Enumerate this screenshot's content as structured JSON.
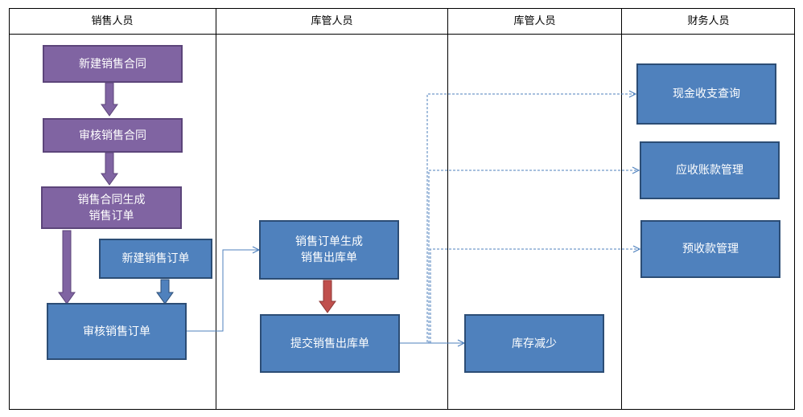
{
  "lanes": {
    "lane1": "销售人员",
    "lane2": "库管人员",
    "lane3": "库管人员",
    "lane4": "财务人员"
  },
  "nodes": {
    "new_contract": "新建销售合同",
    "review_contract": "审核销售合同",
    "contract_to_order": "销售合同生成\n销售订单",
    "new_order": "新建销售订单",
    "review_order": "审核销售订单",
    "order_to_outbound": "销售订单生成\n销售出库单",
    "submit_outbound": "提交销售出库单",
    "inventory_decrease": "库存减少",
    "cash_query": "现金收支查询",
    "receivable_mgmt": "应收账款管理",
    "prepayment_mgmt": "预收款管理"
  },
  "colors": {
    "purple_fill": "#8064a2",
    "blue_fill": "#4f81bd",
    "red_arrow": "#c0504d",
    "connector": "#4f81bd"
  }
}
